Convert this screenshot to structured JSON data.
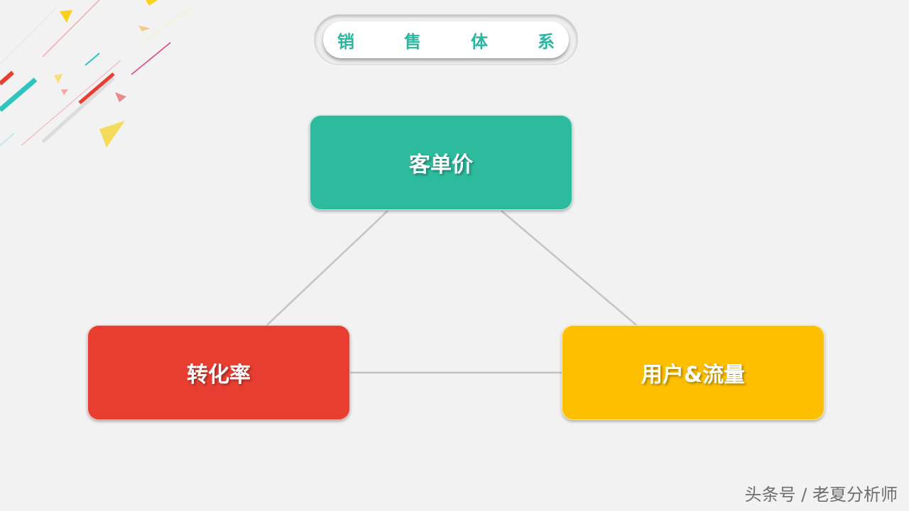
{
  "title": {
    "chars": [
      "销",
      "售",
      "体",
      "系"
    ],
    "color": "#2ab6a0"
  },
  "nodes": {
    "top": {
      "label": "客单价",
      "color": "#2dbb9e"
    },
    "left": {
      "label": "转化率",
      "color": "#e83e32"
    },
    "right": {
      "label": "用户&流量",
      "color": "#fdbf00"
    }
  },
  "connector_color": "#c4c4c4",
  "background": "#f2f2f2",
  "watermark": "头条号 / 老夏分析师"
}
